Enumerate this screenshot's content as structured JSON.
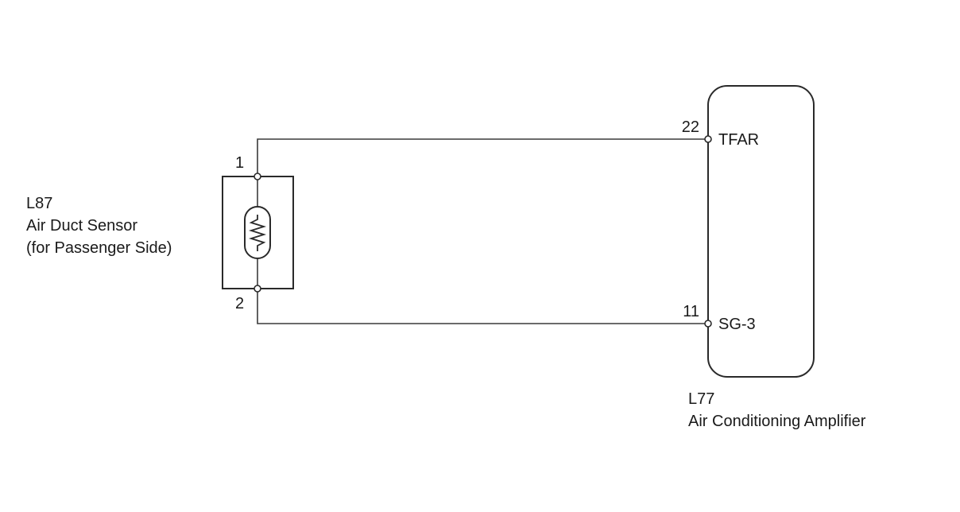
{
  "sensor": {
    "code": "L87",
    "name": "Air Duct Sensor",
    "note": "(for Passenger Side)",
    "pins": [
      {
        "number": "1"
      },
      {
        "number": "2"
      }
    ]
  },
  "amplifier": {
    "code": "L77",
    "name": "Air Conditioning Amplifier",
    "terminals": [
      {
        "number": "22",
        "name": "TFAR"
      },
      {
        "number": "11",
        "name": "SG-3"
      }
    ]
  },
  "colors": {
    "line": "#2a2a2a",
    "text": "#1a1a1a",
    "background": "#ffffff"
  }
}
